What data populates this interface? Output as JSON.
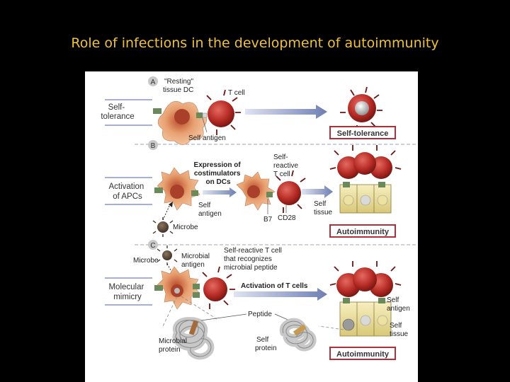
{
  "slide": {
    "title": "Role of infections in the development of autoimmunity"
  },
  "panel_a": {
    "letter": "A",
    "side_label": [
      "Self-",
      "tolerance"
    ],
    "dc_label": [
      "\"Resting\"",
      "tissue DC"
    ],
    "tcell_label": "T cell",
    "antigen_label": "Self antigen",
    "result": "Self-tolerance"
  },
  "panel_b": {
    "letter": "B",
    "side_label": [
      "Activation",
      "of APCs"
    ],
    "process_label": [
      "Expression of",
      "costimulators",
      "on DCs"
    ],
    "self_antigen_label": [
      "Self",
      "antigen"
    ],
    "tcell_label": [
      "Self-",
      "reactive",
      "T cell"
    ],
    "b7_label": "B7",
    "cd28_label": "CD28",
    "tissue_label": [
      "Self",
      "tissue"
    ],
    "microbe_label": "Microbe",
    "result": "Autoimmunity"
  },
  "panel_c": {
    "letter": "C",
    "side_label": [
      "Molecular",
      "mimicry"
    ],
    "microbe_label": "Microbe",
    "microbial_antigen_label": [
      "Microbial",
      "antigen"
    ],
    "tcell_label": [
      "Self-reactive T cell",
      "that recognizes",
      "microbial peptide"
    ],
    "activation_label": "Activation of T cells",
    "antigen_label": [
      "Self",
      "antigen"
    ],
    "tissue_label": [
      "Self",
      "tissue"
    ],
    "peptide_label": "Peptide",
    "microbial_protein_label": [
      "Microbial",
      "protein"
    ],
    "self_protein_label": [
      "Self",
      "protein"
    ],
    "result": "Autoimmunity"
  },
  "colors": {
    "title": "#f0c040",
    "arrow": "#6f7fb3",
    "tcell": "#b52a24",
    "dc": "#e8a070",
    "result_border": "#b0303a"
  }
}
